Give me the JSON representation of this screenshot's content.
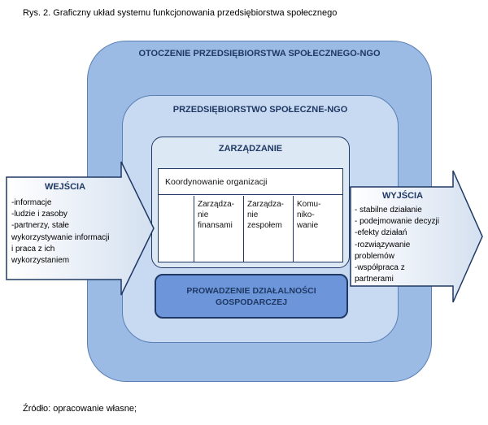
{
  "page": {
    "caption": "Rys. 2. Graficzny układ systemu funkcjonowania przedsiębiorstwa społecznego",
    "source": "Źródło: opracowanie własne;"
  },
  "diagram": {
    "environment": {
      "title": "OTOCZENIE PRZEDSIĘBIORSTWA SPOŁECZNEGO-NGO"
    },
    "enterprise": {
      "title": "PRZEDSIĘBIORSTWO SPOŁECZNE-NGO"
    },
    "management": {
      "title": "ZARZĄDZANIE",
      "coordination": "Koordynowanie organizacji",
      "cells": [
        [
          "Zarządza-",
          "nie",
          "finansami"
        ],
        [
          "Zarządza-",
          "nie",
          "zespołem"
        ],
        [
          "Komu-",
          "niko-",
          "wanie"
        ]
      ]
    },
    "business": {
      "label": "PROWADZENIE DZIAŁALNOŚCI GOSPODARCZEJ"
    },
    "inputs": {
      "title": "WEJŚCIA",
      "lines": [
        "-informacje",
        "-ludzie i zasoby",
        "-partnerzy, stałe",
        "wykorzystywanie informacji",
        "i praca z ich",
        "wykorzystaniem"
      ]
    },
    "outputs": {
      "title": "WYJŚCIA",
      "lines": [
        "- stabilne działanie",
        "- podejmowanie decyzji",
        "-efekty działań",
        "-rozwiązywanie",
        "problemów",
        "-współpraca z",
        "partnerami"
      ]
    }
  },
  "colors": {
    "navy": "#1f3864",
    "outer": "#9bbae4",
    "inner": "#c8daf1",
    "mgmt": "#dde8f5",
    "business": "#6c96d9",
    "boxborder": "#5a7fb5",
    "arrowlight": "#ffffff",
    "arrowdark": "#d4e0f0"
  }
}
